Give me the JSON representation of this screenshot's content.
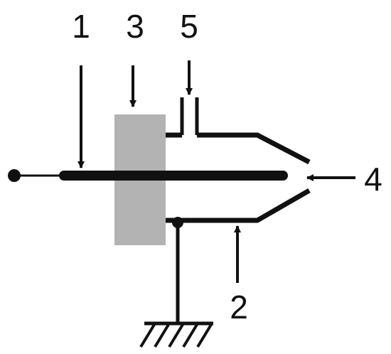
{
  "labels": {
    "one": "1",
    "two": "2",
    "three": "3",
    "four": "4",
    "five": "5"
  },
  "colors": {
    "ink": "#111111",
    "insulator": "#b3b3b3",
    "background": "#ffffff"
  }
}
